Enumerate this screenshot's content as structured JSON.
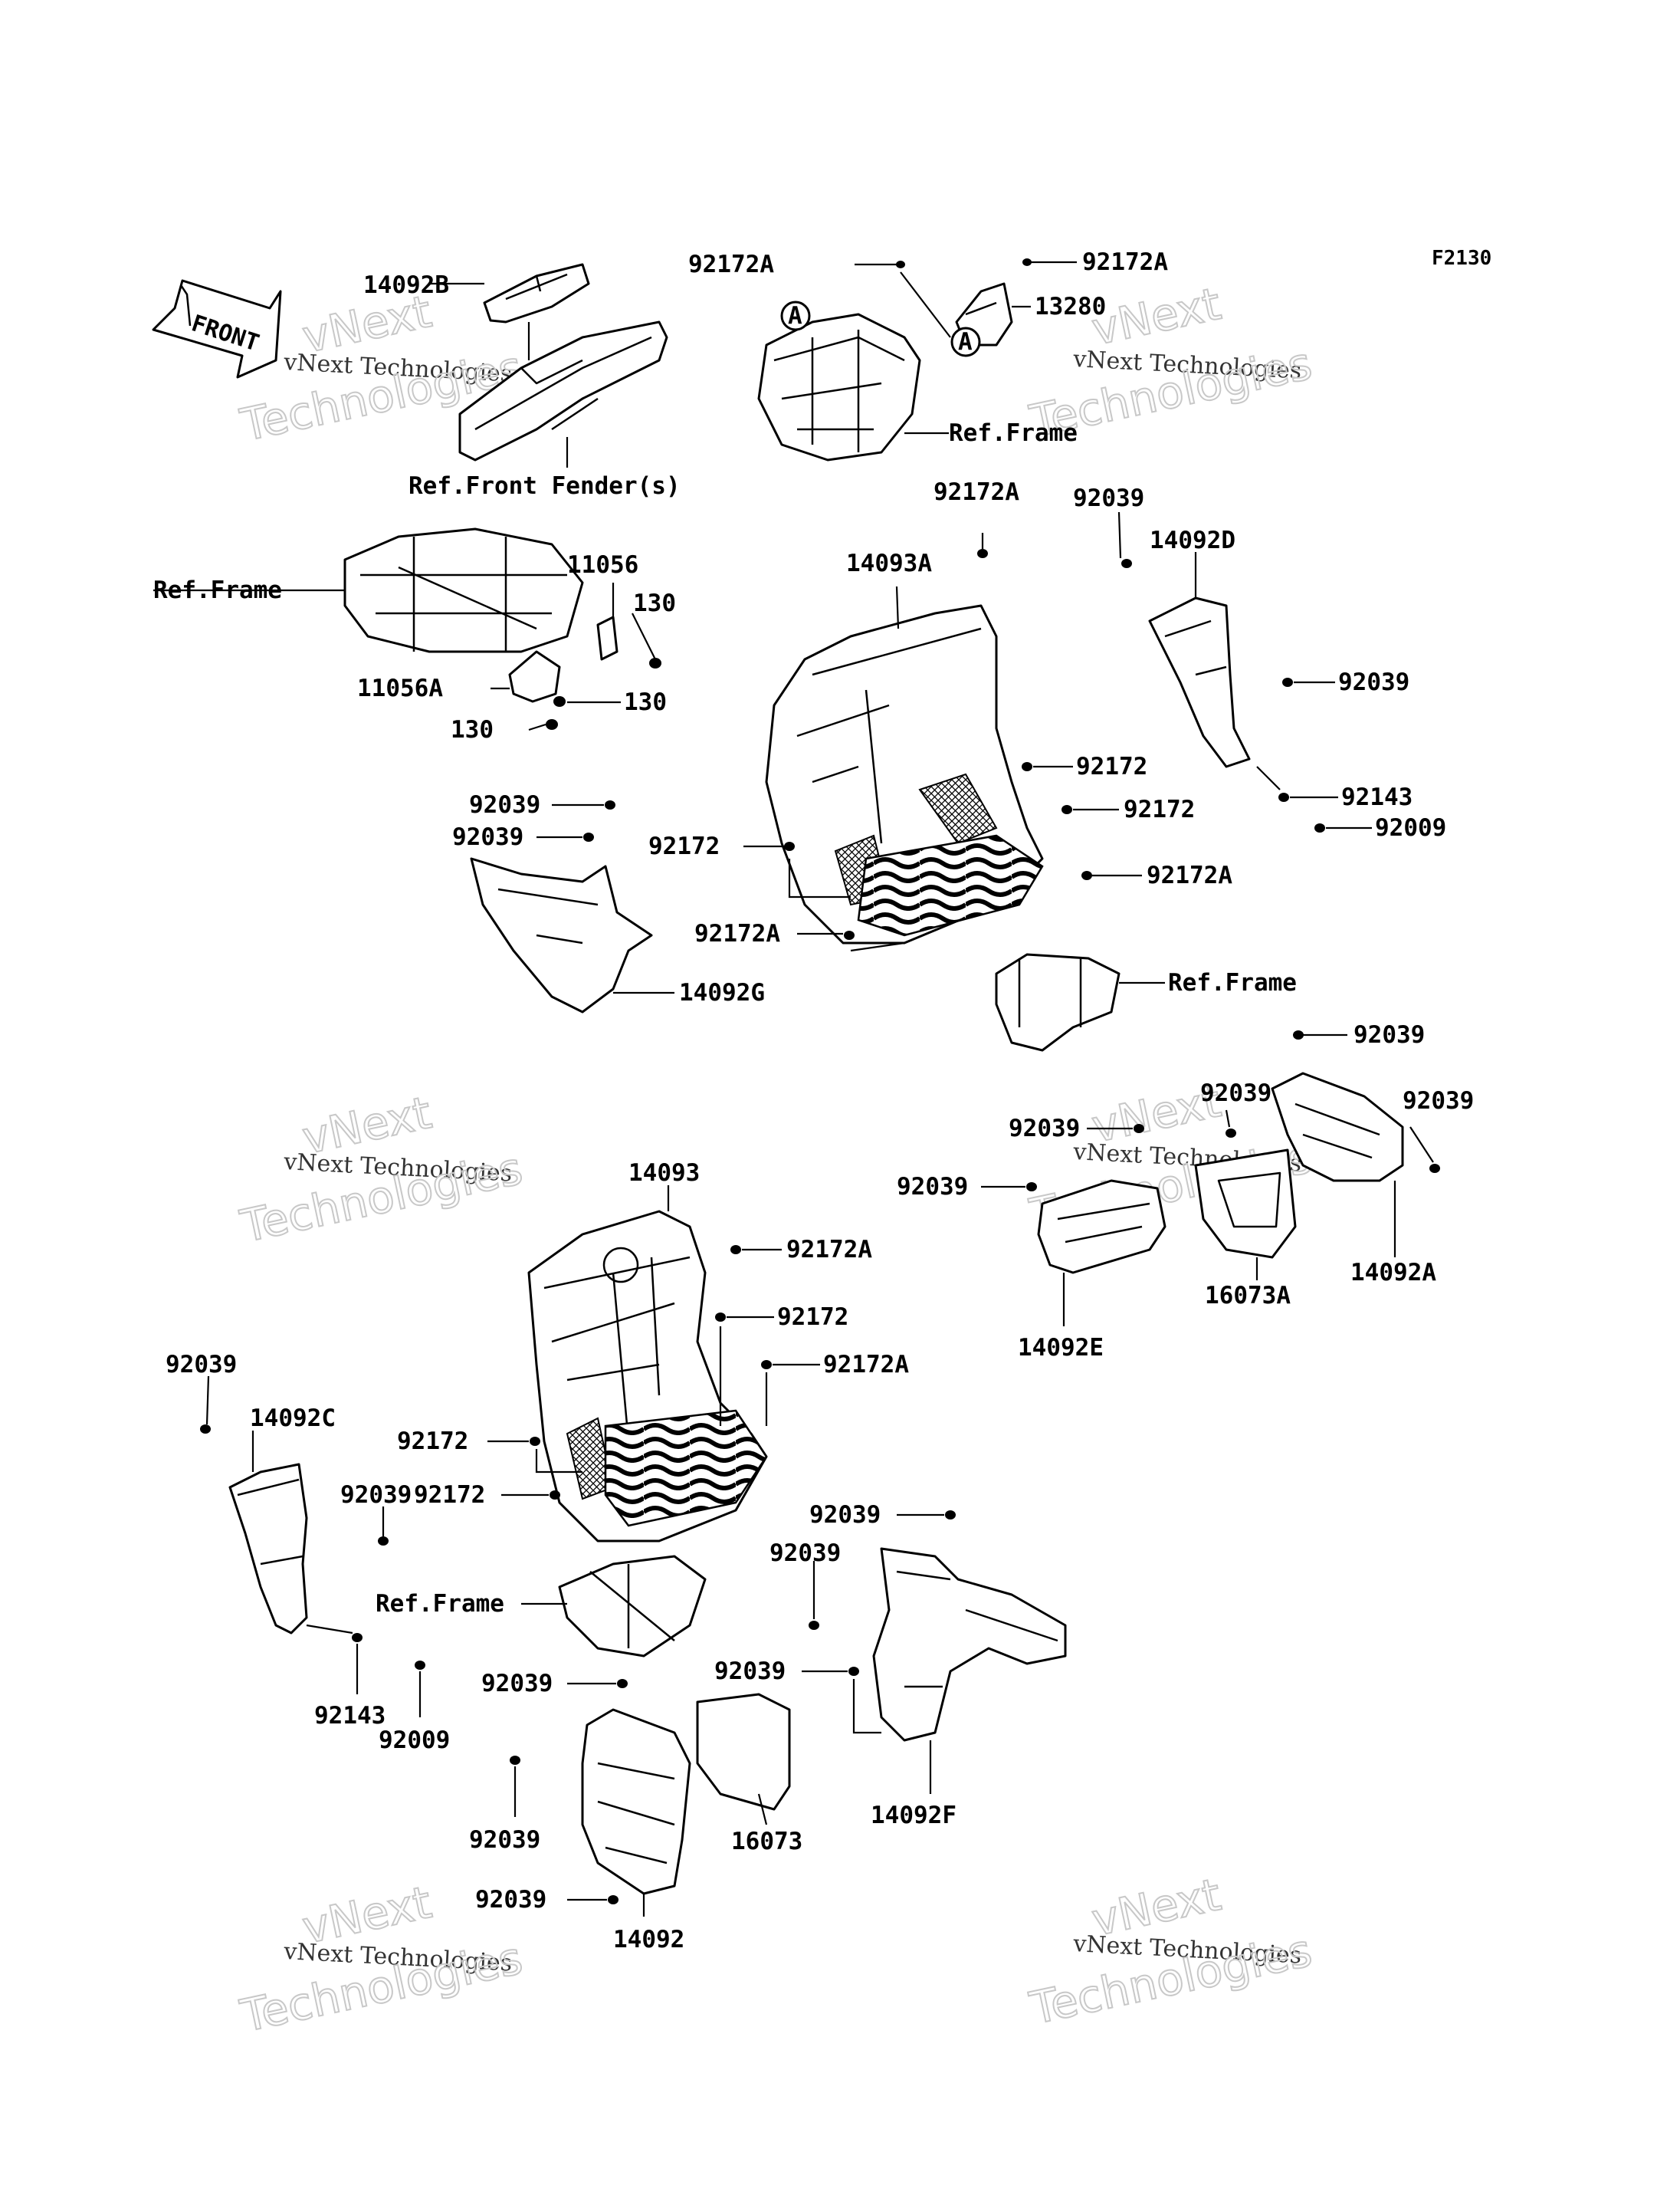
{
  "figure_code": "F2130",
  "front_arrow_label": "FRONT",
  "watermark": {
    "brand": "vNext",
    "line1": "vNext Technologies",
    "line2": "Technologies"
  },
  "callout_marker": "A",
  "labels": {
    "p14092B": "14092B",
    "p92172A_1": "92172A",
    "p92172A_2": "92172A",
    "p13280": "13280",
    "ref_front_fender": "Ref.Front Fender(s)",
    "ref_frame_1": "Ref.Frame",
    "ref_frame_2": "Ref.Frame",
    "p92172A_3": "92172A",
    "p92039_1": "92039",
    "p14092D": "14092D",
    "p14093A": "14093A",
    "p11056": "11056",
    "p130_1": "130",
    "p11056A": "11056A",
    "p130_2": "130",
    "p130_3": "130",
    "p92039_2": "92039",
    "p92172_1": "92172",
    "p92143_1": "92143",
    "p92172_2": "92172",
    "p92009_1": "92009",
    "p92039_3": "92039",
    "p92039_4": "92039",
    "p92172_3": "92172",
    "p92172A_4": "92172A",
    "p92172A_5": "92172A",
    "p14092G": "14092G",
    "ref_frame_3": "Ref.Frame",
    "p92039_5": "92039",
    "p92039_6": "92039",
    "p92039_7": "92039",
    "p92039_8": "92039",
    "p14093": "14093",
    "p92039_9": "92039",
    "p92172A_6": "92172A",
    "p14092A": "14092A",
    "p16073A": "16073A",
    "p92172_4": "92172",
    "p14092E": "14092E",
    "p92172A_7": "92172A",
    "p92039_10": "92039",
    "p14092C": "14092C",
    "p92172_5": "92172",
    "p92039_11": "92039",
    "p92172_6": "92172",
    "p92039_12": "92039",
    "p92039_13": "92039",
    "ref_frame_4": "Ref.Frame",
    "p92143_2": "92143",
    "p92009_2": "92009",
    "p92039_14": "92039",
    "p92039_15": "92039",
    "p92039_16": "92039",
    "p16073": "16073",
    "p14092F": "14092F",
    "p92039_17": "92039",
    "p14092": "14092"
  }
}
